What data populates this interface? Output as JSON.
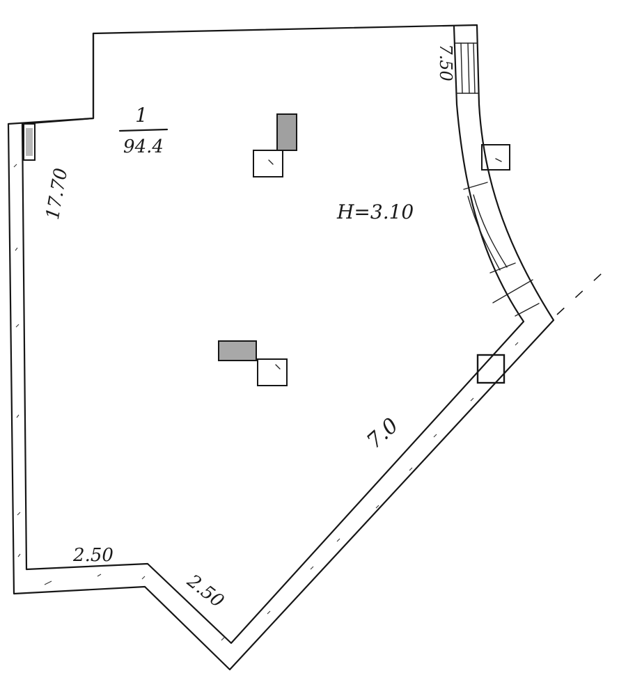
{
  "room": {
    "number": "1",
    "area": "94.4",
    "height": "H=3.10"
  },
  "dimensions": {
    "left_wall": "17.70",
    "top_right_wall": "7.50",
    "diagonal_wall": "7.0",
    "bottom_wall": "2.50",
    "bottom_angled_wall": "2.50"
  },
  "colors": {
    "ink": "#161616",
    "shade": "#9a9a9a",
    "paper": "#ffffff"
  }
}
